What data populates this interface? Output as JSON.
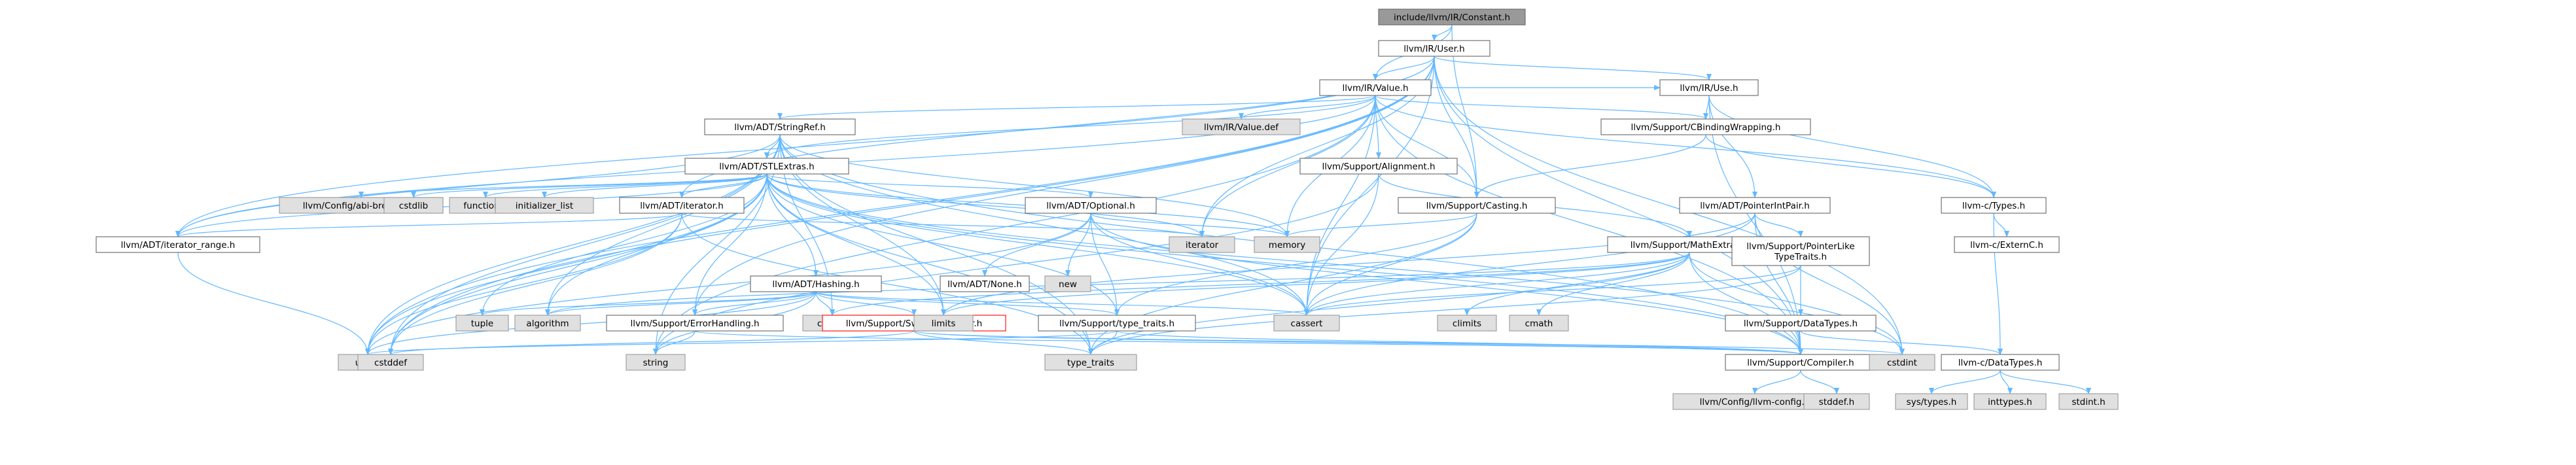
{
  "colors": {
    "edge": "#63b8ff",
    "root_fill": "#999999",
    "internal_fill": "#ffffff",
    "internal_stroke": "#666666",
    "system_fill": "#e0e0e0",
    "system_stroke": "#999999",
    "truncated_stroke": "#ff0000"
  },
  "nodes": [
    {
      "id": "root",
      "label": "include/llvm/IR/Constant.h",
      "kind": "root"
    },
    {
      "id": "user",
      "label": "llvm/IR/User.h",
      "kind": "internal"
    },
    {
      "id": "value",
      "label": "llvm/IR/Value.h",
      "kind": "internal"
    },
    {
      "id": "use",
      "label": "llvm/IR/Use.h",
      "kind": "internal"
    },
    {
      "id": "stringref",
      "label": "llvm/ADT/StringRef.h",
      "kind": "internal"
    },
    {
      "id": "valuedef",
      "label": "llvm/IR/Value.def",
      "kind": "system"
    },
    {
      "id": "cbinding",
      "label": "llvm/Support/CBindingWrapping.h",
      "kind": "internal"
    },
    {
      "id": "stlextras",
      "label": "llvm/ADT/STLExtras.h",
      "kind": "internal"
    },
    {
      "id": "alignment",
      "label": "llvm/Support/Alignment.h",
      "kind": "internal"
    },
    {
      "id": "casting",
      "label": "llvm/Support/Casting.h",
      "kind": "internal"
    },
    {
      "id": "pointerintpair",
      "label": "llvm/ADT/PointerIntPair.h",
      "kind": "internal"
    },
    {
      "id": "ctypes",
      "label": "llvm-c/Types.h",
      "kind": "internal"
    },
    {
      "id": "abibreaking",
      "label": "llvm/Config/abi-breaking.h",
      "kind": "system"
    },
    {
      "id": "cstdlib",
      "label": "cstdlib",
      "kind": "system"
    },
    {
      "id": "functional",
      "label": "functional",
      "kind": "system"
    },
    {
      "id": "initlist",
      "label": "initializer_list",
      "kind": "system"
    },
    {
      "id": "adtiterator",
      "label": "llvm/ADT/iterator.h",
      "kind": "internal"
    },
    {
      "id": "optional",
      "label": "llvm/ADT/Optional.h",
      "kind": "internal"
    },
    {
      "id": "iterator",
      "label": "iterator",
      "kind": "system"
    },
    {
      "id": "memory",
      "label": "memory",
      "kind": "system"
    },
    {
      "id": "mathextras",
      "label": "llvm/Support/MathExtras.h",
      "kind": "internal"
    },
    {
      "id": "pointerlike",
      "label": "llvm/Support/PointerLike\nTypeTraits.h",
      "kind": "internal"
    },
    {
      "id": "externc",
      "label": "llvm-c/ExternC.h",
      "kind": "internal"
    },
    {
      "id": "iterrange",
      "label": "llvm/ADT/iterator_range.h",
      "kind": "internal"
    },
    {
      "id": "hashing",
      "label": "llvm/ADT/Hashing.h",
      "kind": "internal"
    },
    {
      "id": "none",
      "label": "llvm/ADT/None.h",
      "kind": "internal"
    },
    {
      "id": "new",
      "label": "new",
      "kind": "system"
    },
    {
      "id": "tuple",
      "label": "tuple",
      "kind": "system"
    },
    {
      "id": "algorithm",
      "label": "algorithm",
      "kind": "system"
    },
    {
      "id": "cstring",
      "label": "cstring",
      "kind": "system"
    },
    {
      "id": "errorhandling",
      "label": "llvm/Support/ErrorHandling.h",
      "kind": "internal"
    },
    {
      "id": "swapbyteorder",
      "label": "llvm/Support/SwapByteOrder.h",
      "kind": "truncated"
    },
    {
      "id": "typetraitsh",
      "label": "llvm/Support/type_traits.h",
      "kind": "internal"
    },
    {
      "id": "limits",
      "label": "limits",
      "kind": "system"
    },
    {
      "id": "cassert",
      "label": "cassert",
      "kind": "system"
    },
    {
      "id": "climits",
      "label": "climits",
      "kind": "system"
    },
    {
      "id": "cmath",
      "label": "cmath",
      "kind": "system"
    },
    {
      "id": "datatypes",
      "label": "llvm/Support/DataTypes.h",
      "kind": "internal"
    },
    {
      "id": "utility",
      "label": "utility",
      "kind": "system"
    },
    {
      "id": "cstddef",
      "label": "cstddef",
      "kind": "system"
    },
    {
      "id": "string",
      "label": "string",
      "kind": "system"
    },
    {
      "id": "type_traits",
      "label": "type_traits",
      "kind": "system"
    },
    {
      "id": "compiler",
      "label": "llvm/Support/Compiler.h",
      "kind": "internal"
    },
    {
      "id": "cstdint",
      "label": "cstdint",
      "kind": "system"
    },
    {
      "id": "cdatatypes",
      "label": "llvm-c/DataTypes.h",
      "kind": "internal"
    },
    {
      "id": "llvmconfig",
      "label": "llvm/Config/llvm-config.h",
      "kind": "system"
    },
    {
      "id": "stddef",
      "label": "stddef.h",
      "kind": "system"
    },
    {
      "id": "systypes",
      "label": "sys/types.h",
      "kind": "system"
    },
    {
      "id": "inttypes",
      "label": "inttypes.h",
      "kind": "system"
    },
    {
      "id": "stdint",
      "label": "stdint.h",
      "kind": "system"
    }
  ],
  "edges": [
    [
      "root",
      "user"
    ],
    [
      "root",
      "value"
    ],
    [
      "root",
      "casting"
    ],
    [
      "user",
      "value"
    ],
    [
      "user",
      "use"
    ],
    [
      "user",
      "adtiterator"
    ],
    [
      "user",
      "iterrange"
    ],
    [
      "user",
      "casting"
    ],
    [
      "user",
      "cassert"
    ],
    [
      "user",
      "cstdint"
    ],
    [
      "user",
      "compiler"
    ],
    [
      "user",
      "errorhandling"
    ],
    [
      "user",
      "utility"
    ],
    [
      "user",
      "cstddef"
    ],
    [
      "user",
      "iterator"
    ],
    [
      "value",
      "stringref"
    ],
    [
      "value",
      "valuedef"
    ],
    [
      "value",
      "use"
    ],
    [
      "value",
      "cbinding"
    ],
    [
      "value",
      "alignment"
    ],
    [
      "value",
      "casting"
    ],
    [
      "value",
      "stlextras"
    ],
    [
      "value",
      "ctypes"
    ],
    [
      "value",
      "iterator"
    ],
    [
      "value",
      "memory"
    ],
    [
      "value",
      "cassert"
    ],
    [
      "value",
      "compiler"
    ],
    [
      "value",
      "iterrange"
    ],
    [
      "value",
      "string"
    ],
    [
      "use",
      "cbinding"
    ],
    [
      "use",
      "pointerintpair"
    ],
    [
      "use",
      "ctypes"
    ],
    [
      "use",
      "compiler"
    ],
    [
      "stringref",
      "stlextras"
    ],
    [
      "stringref",
      "iterrange"
    ],
    [
      "stringref",
      "compiler"
    ],
    [
      "stringref",
      "algorithm"
    ],
    [
      "stringref",
      "cassert"
    ],
    [
      "stringref",
      "cstddef"
    ],
    [
      "stringref",
      "cstring"
    ],
    [
      "stringref",
      "limits"
    ],
    [
      "stringref",
      "string"
    ],
    [
      "stringref",
      "type_traits"
    ],
    [
      "stringref",
      "utility"
    ],
    [
      "stringref",
      "memory"
    ],
    [
      "cbinding",
      "ctypes"
    ],
    [
      "cbinding",
      "casting"
    ],
    [
      "stlextras",
      "abibreaking"
    ],
    [
      "stlextras",
      "cstdlib"
    ],
    [
      "stlextras",
      "functional"
    ],
    [
      "stlextras",
      "initlist"
    ],
    [
      "stlextras",
      "adtiterator"
    ],
    [
      "stlextras",
      "optional"
    ],
    [
      "stlextras",
      "iterator"
    ],
    [
      "stlextras",
      "memory"
    ],
    [
      "stlextras",
      "hashing"
    ],
    [
      "stlextras",
      "iterrange"
    ],
    [
      "stlextras",
      "errorhandling"
    ],
    [
      "stlextras",
      "typetraitsh"
    ],
    [
      "stlextras",
      "tuple"
    ],
    [
      "stlextras",
      "algorithm"
    ],
    [
      "stlextras",
      "cassert"
    ],
    [
      "stlextras",
      "cstddef"
    ],
    [
      "stlextras",
      "cstdint"
    ],
    [
      "stlextras",
      "limits"
    ],
    [
      "stlextras",
      "utility"
    ],
    [
      "stlextras",
      "type_traits"
    ],
    [
      "stlextras",
      "compiler"
    ],
    [
      "alignment",
      "mathextras"
    ],
    [
      "alignment",
      "cassert"
    ],
    [
      "alignment",
      "string"
    ],
    [
      "casting",
      "typetraitsh"
    ],
    [
      "casting",
      "cassert"
    ],
    [
      "casting",
      "memory"
    ],
    [
      "casting",
      "type_traits"
    ],
    [
      "pointerintpair",
      "pointerlike"
    ],
    [
      "pointerintpair",
      "compiler"
    ],
    [
      "pointerintpair",
      "cassert"
    ],
    [
      "pointerintpair",
      "cstdint"
    ],
    [
      "pointerintpair",
      "limits"
    ],
    [
      "ctypes",
      "externc"
    ],
    [
      "ctypes",
      "cdatatypes"
    ],
    [
      "adtiterator",
      "iterrange"
    ],
    [
      "adtiterator",
      "iterator"
    ],
    [
      "adtiterator",
      "cstddef"
    ],
    [
      "adtiterator",
      "type_traits"
    ],
    [
      "adtiterator",
      "utility"
    ],
    [
      "optional",
      "none"
    ],
    [
      "optional",
      "new"
    ],
    [
      "optional",
      "compiler"
    ],
    [
      "optional",
      "typetraitsh"
    ],
    [
      "optional",
      "cassert"
    ],
    [
      "optional",
      "memory"
    ],
    [
      "optional",
      "utility"
    ],
    [
      "mathextras",
      "compiler"
    ],
    [
      "mathextras",
      "cassert"
    ],
    [
      "mathextras",
      "climits"
    ],
    [
      "mathextras",
      "cmath"
    ],
    [
      "mathextras",
      "cstdint"
    ],
    [
      "mathextras",
      "cstring"
    ],
    [
      "mathextras",
      "limits"
    ],
    [
      "mathextras",
      "type_traits"
    ],
    [
      "mathextras",
      "algorithm"
    ],
    [
      "pointerlike",
      "datatypes"
    ],
    [
      "pointerlike",
      "cassert"
    ],
    [
      "pointerlike",
      "type_traits"
    ],
    [
      "iterrange",
      "utility"
    ],
    [
      "hashing",
      "errorhandling"
    ],
    [
      "hashing",
      "swapbyteorder"
    ],
    [
      "hashing",
      "typetraitsh"
    ],
    [
      "hashing",
      "algorithm"
    ],
    [
      "hashing",
      "cassert"
    ],
    [
      "hashing",
      "cstring"
    ],
    [
      "hashing",
      "string"
    ],
    [
      "hashing",
      "tuple"
    ],
    [
      "hashing",
      "utility"
    ],
    [
      "errorhandling",
      "compiler"
    ],
    [
      "errorhandling",
      "string"
    ],
    [
      "swapbyteorder",
      "compiler"
    ],
    [
      "swapbyteorder",
      "cstddef"
    ],
    [
      "swapbyteorder",
      "type_traits"
    ],
    [
      "swapbyteorder",
      "cstdint"
    ],
    [
      "typetraitsh",
      "compiler"
    ],
    [
      "typetraitsh",
      "type_traits"
    ],
    [
      "typetraitsh",
      "utility"
    ],
    [
      "datatypes",
      "cdatatypes"
    ],
    [
      "compiler",
      "llvmconfig"
    ],
    [
      "compiler",
      "stddef"
    ],
    [
      "cdatatypes",
      "systypes"
    ],
    [
      "cdatatypes",
      "inttypes"
    ],
    [
      "cdatatypes",
      "stdint"
    ]
  ]
}
